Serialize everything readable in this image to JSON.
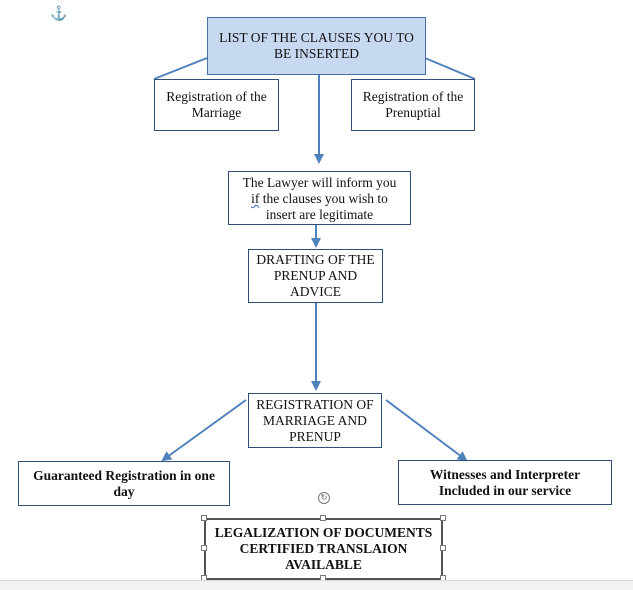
{
  "boxes": {
    "top": "LIST OF THE CLAUSES YOU TO BE INSERTED",
    "registration_marriage": "Registration of the Marriage",
    "registration_prenuptial": "Registration of the Prenuptial",
    "lawyer_line1_pre": "The Lawyer will inform you",
    "lawyer_line2_word": "if",
    "lawyer_line2_rest": " the clauses you wish to",
    "lawyer_line3": "insert are legitimate",
    "drafting": "DRAFTING OF THE PRENUP AND ADVICE",
    "registration_marriage_prenup": "REGISTRATION OF MARRIAGE AND PRENUP",
    "guaranteed": "Guaranteed Registration in one day",
    "witnesses": "Witnesses and Interpreter Included in our service",
    "legalization_line1": "LEGALIZATION OF DOCUMENTS",
    "legalization_line2": "CERTIFIED TRANSLAION",
    "legalization_line3": "AVAILABLE"
  },
  "icons": {
    "anchor": "⚓",
    "rotate": "↻"
  },
  "colors": {
    "arrow": "#4f81bd",
    "top_fill": "#c7d9f1",
    "border": "#2f4f7a"
  }
}
